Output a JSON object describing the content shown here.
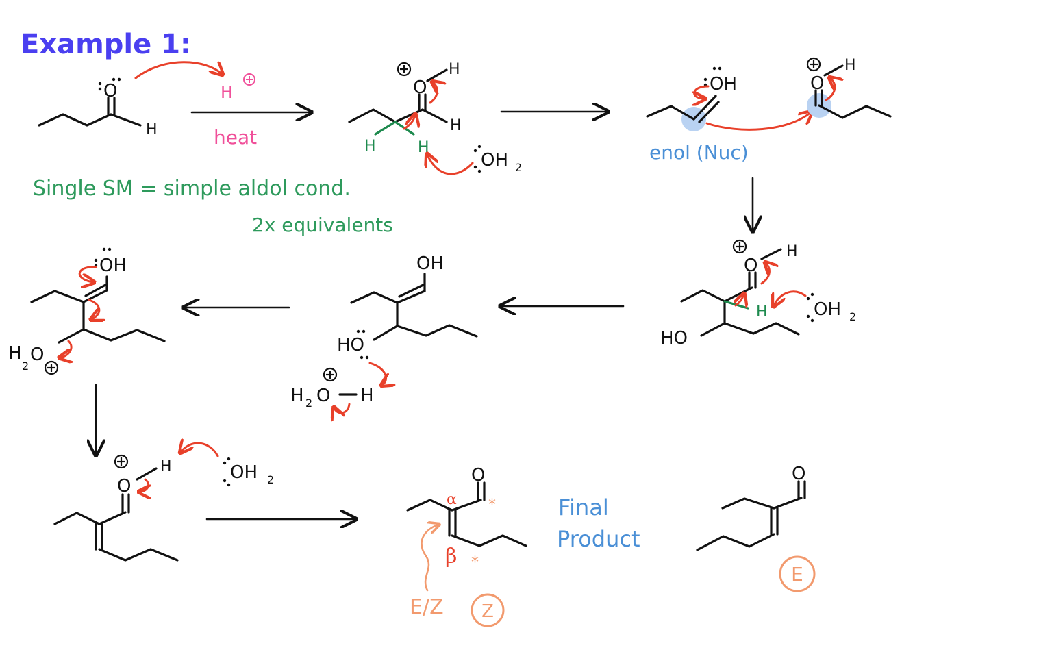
{
  "title": "Example 1:",
  "reagent_acid": "H",
  "reagent_condition": "heat",
  "note_line1": "Single SM = simple aldol cond.",
  "note_line2": "2x equivalents",
  "enol_label": "enol (Nuc)",
  "final_label_1": "Final",
  "final_label_2": "Product",
  "alpha_label": "α",
  "beta_label": "β",
  "ez_label": "E/Z",
  "z_badge": "Z",
  "e_badge": "E",
  "atoms": {
    "O": "O",
    "H": "H",
    "OH": "OH",
    "HO": "HO",
    "OH2": "OH",
    "two": "2",
    "H2O": "H",
    "star": "*"
  },
  "colors": {
    "title": "#4a3ff0",
    "pink": "#f0509a",
    "green": "#2e9a5c",
    "blue": "#4a8fd6",
    "red": "#e8402a",
    "orange": "#f29a6e",
    "highlight": "#b9d2f2"
  }
}
